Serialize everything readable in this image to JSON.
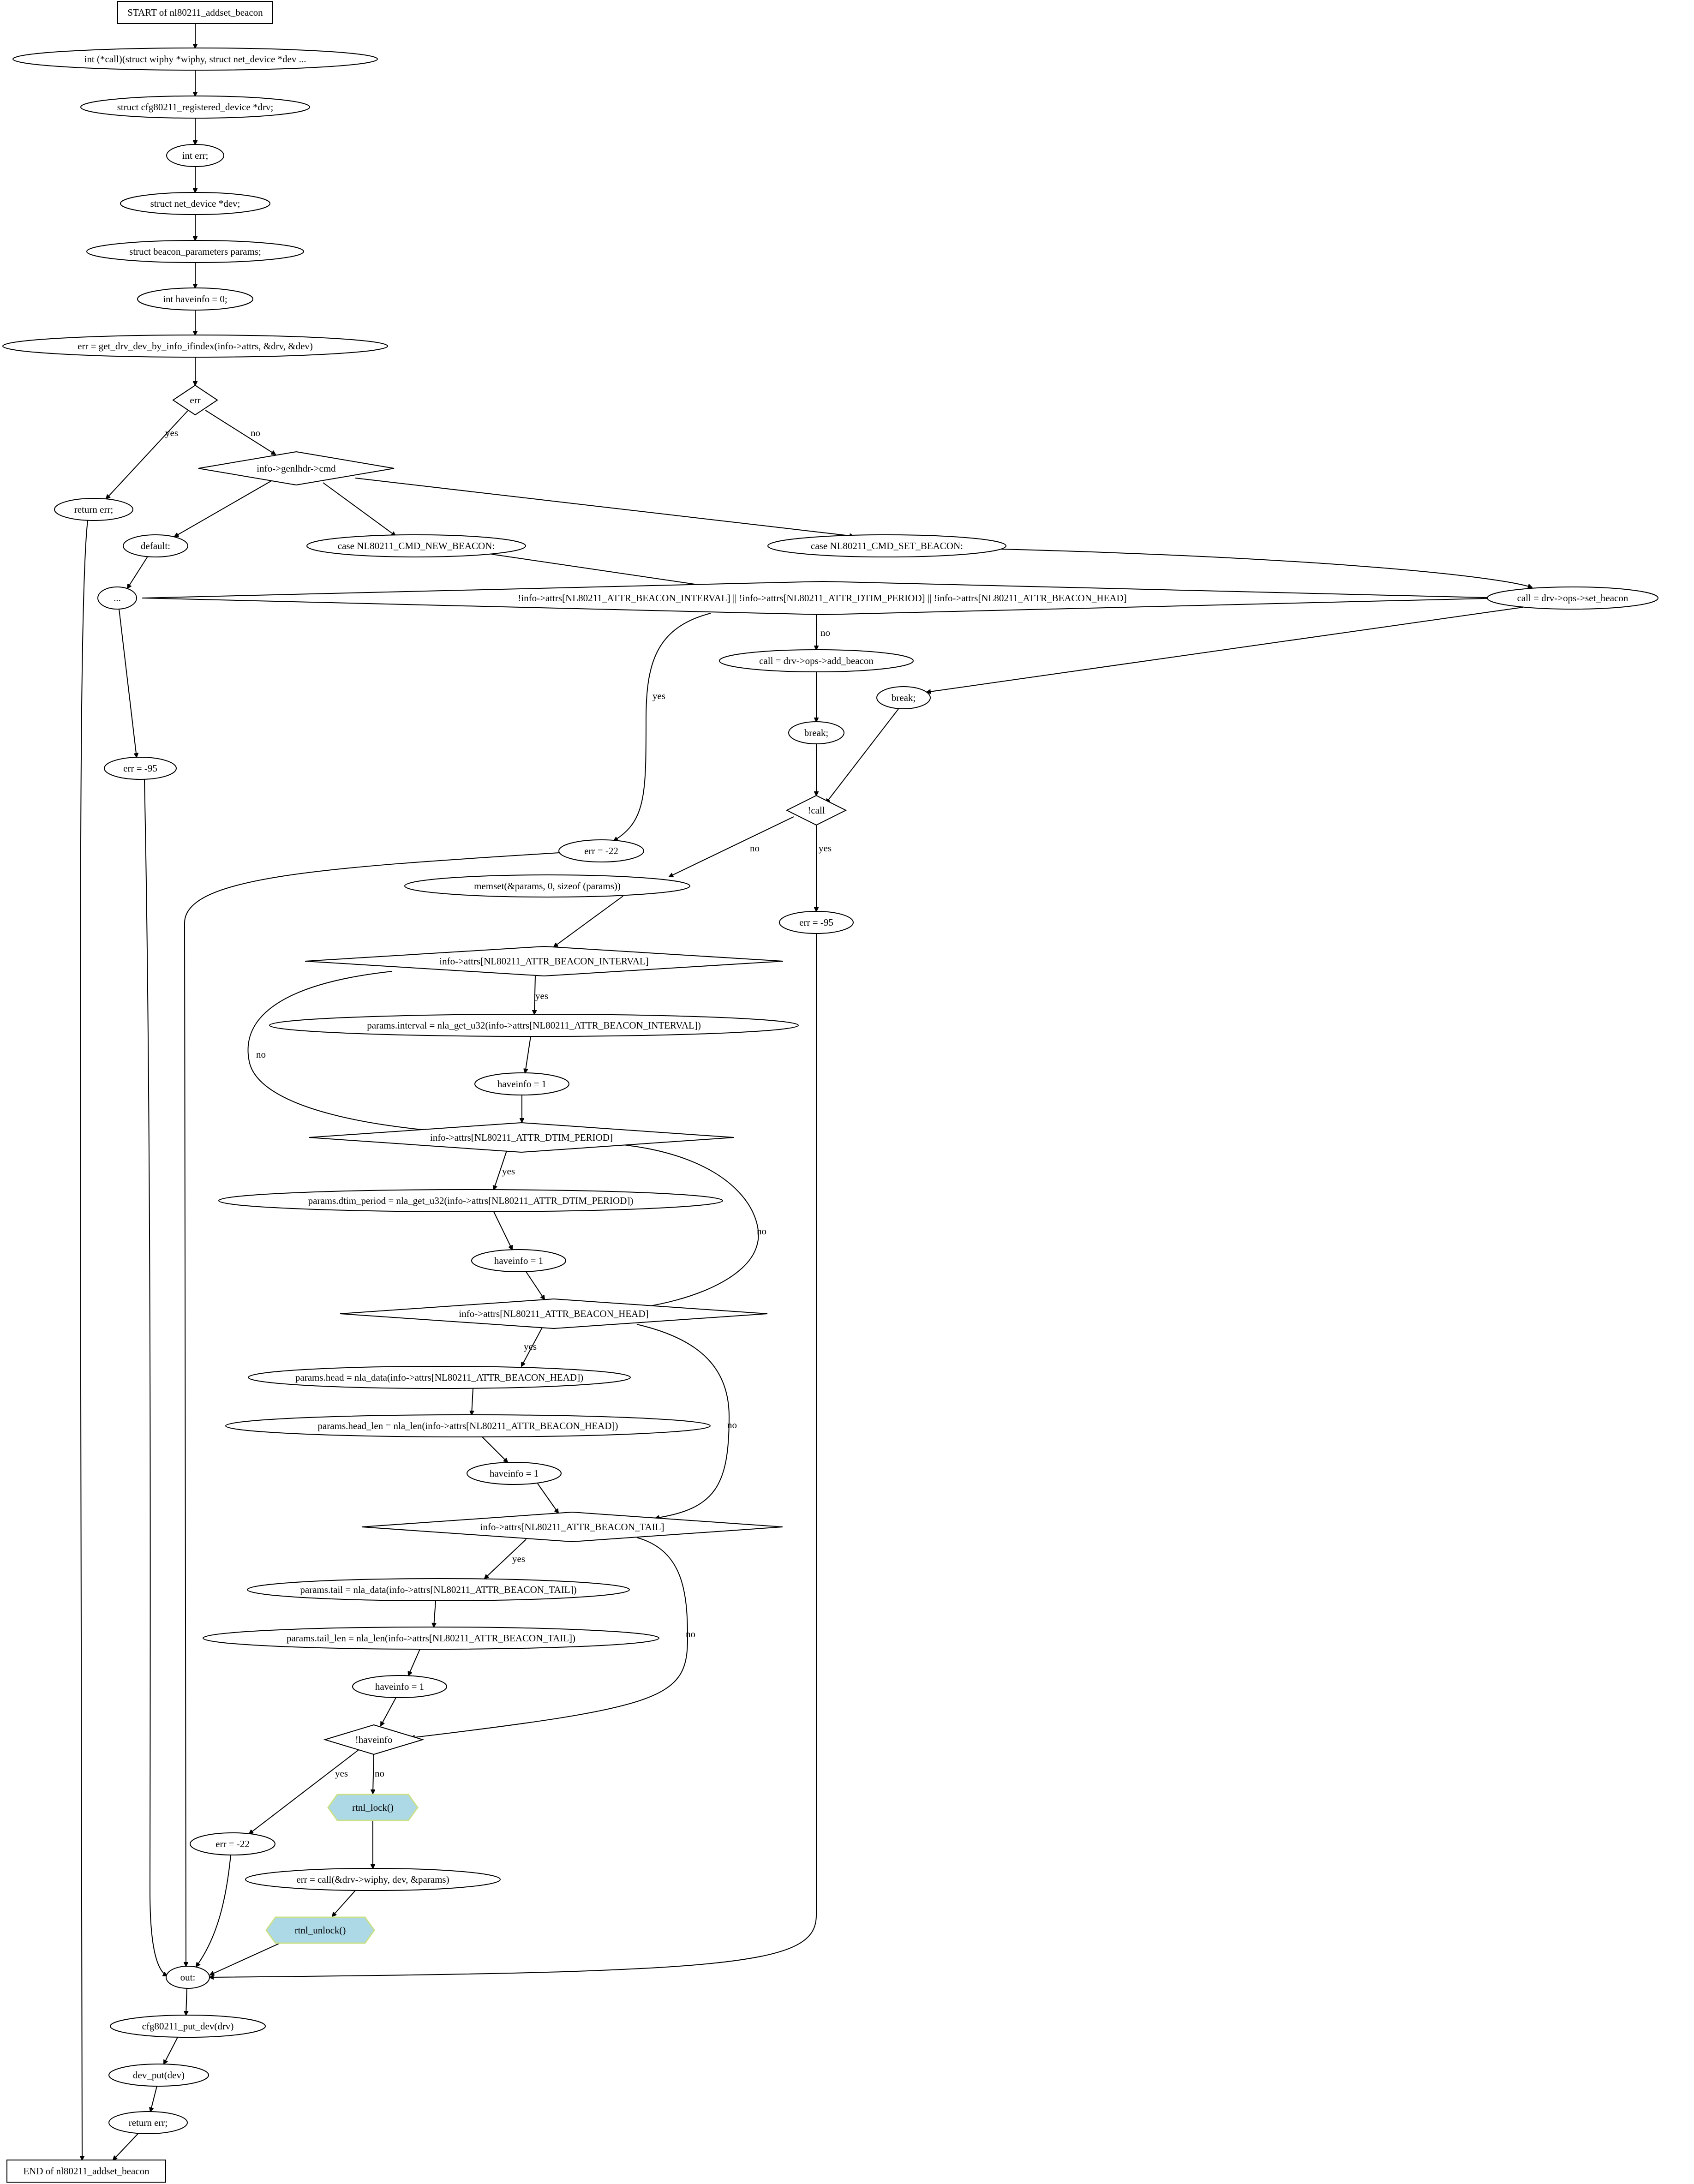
{
  "title_start": "START of nl80211_addset_beacon",
  "title_end": "END of nl80211_addset_beacon",
  "colors": {
    "stroke": "#000000",
    "hex_fill": "#add8e6",
    "hex_stroke": "#c8e08a"
  },
  "nodes": {
    "start": "START of nl80211_addset_beacon",
    "n_call_decl": "int (*call)(struct wiphy *wiphy, struct net_device *dev ...",
    "n_drv_decl": "struct cfg80211_registered_device *drv;",
    "n_err_decl": "int err;",
    "n_dev_decl": "struct net_device *dev;",
    "n_params_decl": "struct beacon_parameters params;",
    "n_haveinfo_decl": "int haveinfo = 0;",
    "n_get_drv": "err = get_drv_dev_by_info_ifindex(info->attrs, &drv, &dev)",
    "d_err": "err",
    "n_return_err1": "return err;",
    "d_cmd": "info->genlhdr->cmd",
    "n_default": "default:",
    "n_case_new": "case NL80211_CMD_NEW_BEACON:",
    "n_case_set": "case NL80211_CMD_SET_BEACON:",
    "n_dots": "...",
    "d_attrs_check": "!info->attrs[NL80211_ATTR_BEACON_INTERVAL] || !info->attrs[NL80211_ATTR_DTIM_PERIOD] || !info->attrs[NL80211_ATTR_BEACON_HEAD]",
    "n_call_set": "call = drv->ops->set_beacon",
    "n_call_add": "call = drv->ops->add_beacon",
    "n_break1": "break;",
    "n_break2": "break;",
    "n_err_95a": "err = -95",
    "d_call": "!call",
    "n_err_22a": "err = -22",
    "n_memset": "memset(&params, 0, sizeof (params))",
    "n_err_95b": "err = -95",
    "d_interval": "info->attrs[NL80211_ATTR_BEACON_INTERVAL]",
    "n_params_interval": "params.interval = nla_get_u32(info->attrs[NL80211_ATTR_BEACON_INTERVAL])",
    "n_haveinfo1": "haveinfo = 1",
    "d_dtim": "info->attrs[NL80211_ATTR_DTIM_PERIOD]",
    "n_params_dtim": "params.dtim_period = nla_get_u32(info->attrs[NL80211_ATTR_DTIM_PERIOD])",
    "n_haveinfo2": "haveinfo = 1",
    "d_head": "info->attrs[NL80211_ATTR_BEACON_HEAD]",
    "n_params_head": "params.head = nla_data(info->attrs[NL80211_ATTR_BEACON_HEAD])",
    "n_params_head_len": "params.head_len = nla_len(info->attrs[NL80211_ATTR_BEACON_HEAD])",
    "n_haveinfo3": "haveinfo = 1",
    "d_tail": "info->attrs[NL80211_ATTR_BEACON_TAIL]",
    "n_params_tail": "params.tail = nla_data(info->attrs[NL80211_ATTR_BEACON_TAIL])",
    "n_params_tail_len": "params.tail_len = nla_len(info->attrs[NL80211_ATTR_BEACON_TAIL])",
    "n_haveinfo4": "haveinfo = 1",
    "d_haveinfo": "!haveinfo",
    "n_err_22b": "err = -22",
    "n_rtnl_lock": "rtnl_lock()",
    "n_err_call": "err = call(&drv->wiphy, dev, &params)",
    "n_rtnl_unlock": "rtnl_unlock()",
    "n_out": "out:",
    "n_put_dev_drv": "cfg80211_put_dev(drv)",
    "n_dev_put": "dev_put(dev)",
    "n_return_err2": "return err;",
    "end": "END of nl80211_addset_beacon"
  },
  "edge_labels": {
    "yes": "yes",
    "no": "no"
  }
}
